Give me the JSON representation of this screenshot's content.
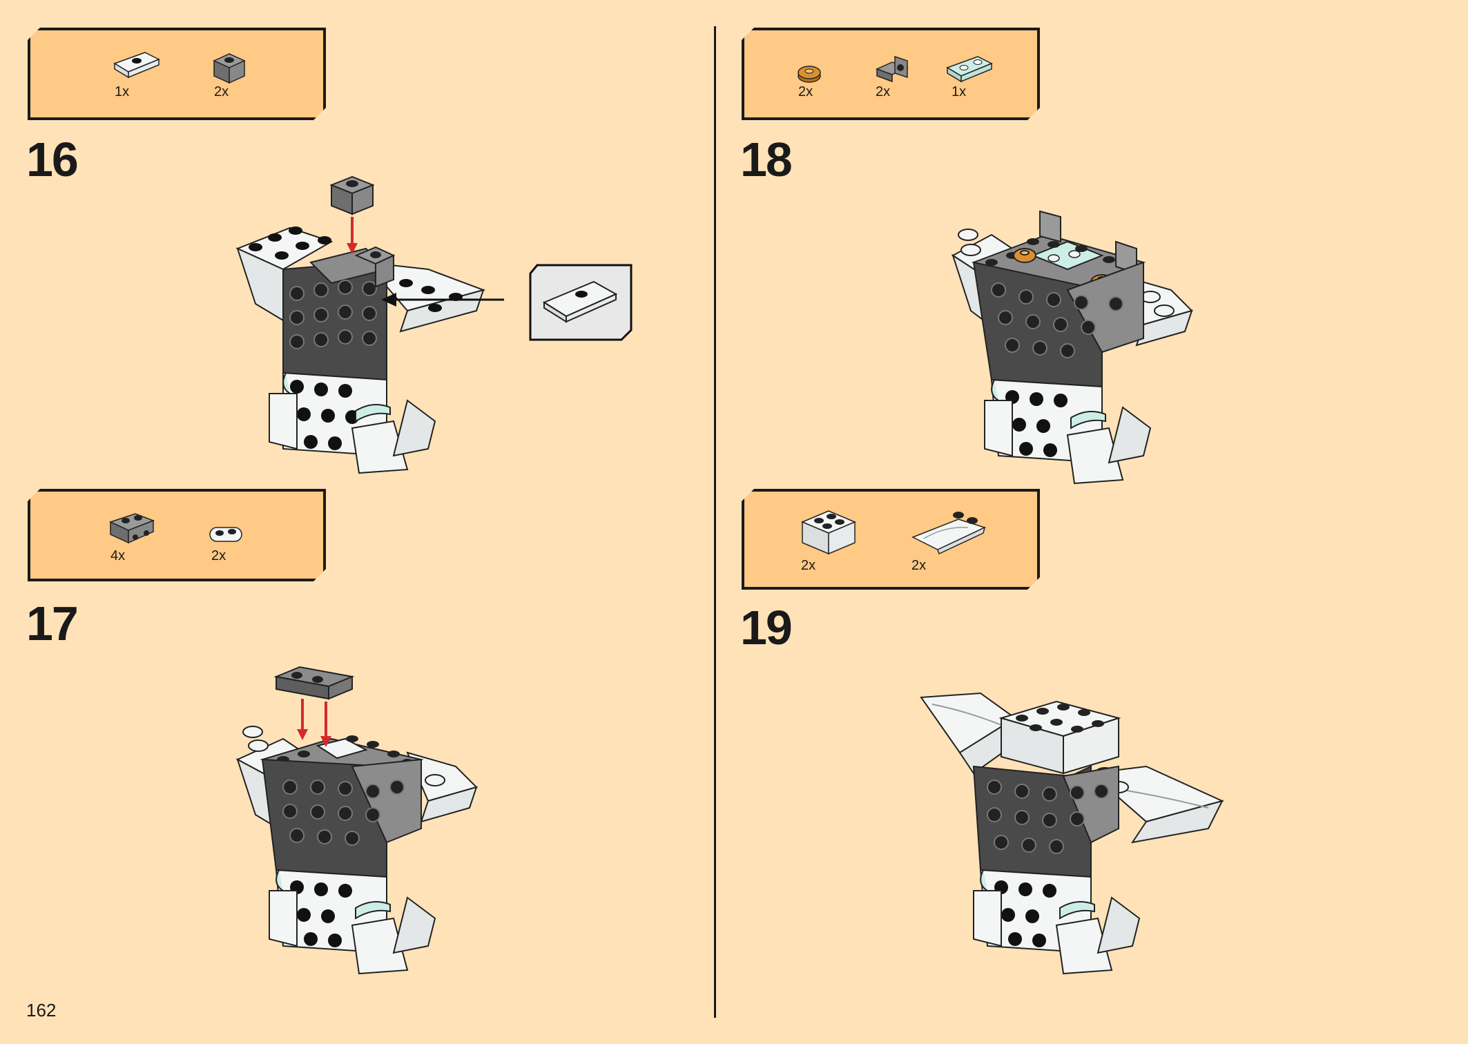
{
  "page_number": "162",
  "steps": [
    {
      "number": "16",
      "parts": [
        {
          "qty": "1x",
          "icon": "white-jumper-plate-icon"
        },
        {
          "qty": "2x",
          "icon": "dark-gray-1x1-brick-icon"
        }
      ]
    },
    {
      "number": "17",
      "parts": [
        {
          "qty": "4x",
          "icon": "dark-gray-bracket-plate-icon"
        },
        {
          "qty": "2x",
          "icon": "white-rounded-plate-icon"
        }
      ]
    },
    {
      "number": "18",
      "parts": [
        {
          "qty": "2x",
          "icon": "orange-round-tile-icon"
        },
        {
          "qty": "2x",
          "icon": "gray-bracket-icon"
        },
        {
          "qty": "1x",
          "icon": "light-aqua-jumper-plate-icon"
        }
      ]
    },
    {
      "number": "19",
      "parts": [
        {
          "qty": "2x",
          "icon": "white-2x2-brick-icon"
        },
        {
          "qty": "2x",
          "icon": "white-wedge-plate-icon"
        }
      ]
    }
  ],
  "colors": {
    "background": "#ffe2b8",
    "parts_box": "#ffc986",
    "arrow_red": "#d42a2a",
    "dark_gray": "#4a4a4a",
    "mid_gray": "#8c8c8c",
    "white_brick": "#f4f6f6",
    "aqua": "#cdeee6",
    "orange": "#d9902f"
  }
}
